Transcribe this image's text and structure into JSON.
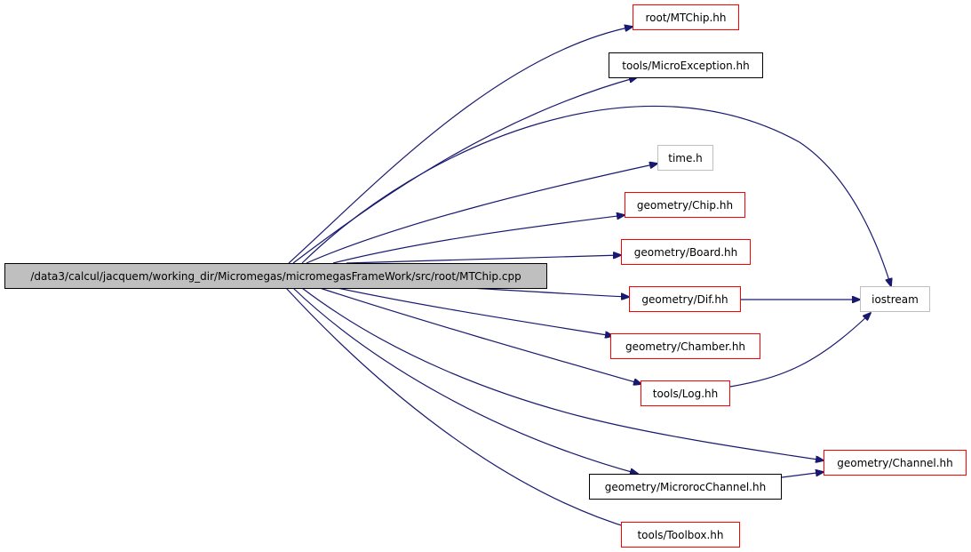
{
  "colors": {
    "edge": "#191970",
    "root_fill": "#bfbfbf",
    "node_border_red": "#ff0000",
    "node_border_black": "#000000",
    "node_border_gray": "#bfbfbf"
  },
  "nodes": {
    "root": "/data3/calcul/jacquem/working_dir/Micromegas/micromegasFrameWork/src/root/MTChip.cpp",
    "mtchip": "root/MTChip.hh",
    "micro_exception": "tools/MicroException.hh",
    "time": "time.h",
    "chip": "geometry/Chip.hh",
    "board": "geometry/Board.hh",
    "dif": "geometry/Dif.hh",
    "iostream": "iostream",
    "chamber": "geometry/Chamber.hh",
    "log": "tools/Log.hh",
    "channel": "geometry/Channel.hh",
    "microroc_channel": "geometry/MicrorocChannel.hh",
    "toolbox": "tools/Toolbox.hh"
  },
  "edges": [
    [
      "root",
      "mtchip"
    ],
    [
      "root",
      "micro_exception"
    ],
    [
      "root",
      "iostream"
    ],
    [
      "root",
      "time"
    ],
    [
      "root",
      "chip"
    ],
    [
      "root",
      "board"
    ],
    [
      "root",
      "dif"
    ],
    [
      "root",
      "chamber"
    ],
    [
      "root",
      "log"
    ],
    [
      "root",
      "channel"
    ],
    [
      "root",
      "microroc_channel"
    ],
    [
      "root",
      "toolbox"
    ],
    [
      "dif",
      "iostream"
    ],
    [
      "log",
      "iostream"
    ],
    [
      "microroc_channel",
      "channel"
    ]
  ]
}
